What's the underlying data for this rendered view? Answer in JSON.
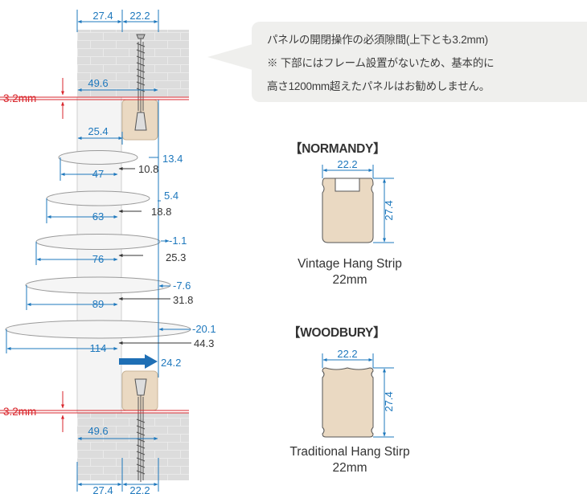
{
  "note": {
    "lines": [
      "パネルの開閉操作の必須隙間(上下とも3.2mm)",
      "※ 下部にはフレーム設置がないため、基本的に",
      "高さ1200mm超えたパネルはお勧めしません。"
    ]
  },
  "cross_section": {
    "top_dims": [
      "27.4",
      "22.2"
    ],
    "bottom_dims": [
      "27.4",
      "22.2"
    ],
    "strip_width": "49.6",
    "gap_label": "3.2mm",
    "inner_width": "25.4",
    "louvers": [
      {
        "width": "47",
        "overhang": "13.4",
        "offset": "10.8"
      },
      {
        "width": "63",
        "overhang": "5.4",
        "offset": "18.8"
      },
      {
        "width": "76",
        "overhang": "-1.1",
        "offset": "25.3"
      },
      {
        "width": "89",
        "overhang": "-7.6",
        "offset": "31.8"
      },
      {
        "width": "114",
        "overhang": "-20.1",
        "offset": "44.3"
      }
    ],
    "arrow_value": "24.2",
    "colors": {
      "dimension": "#1e78bd",
      "gap": "#d9262c",
      "arrow": "#1e6fb5",
      "frame": "#dcdcdc",
      "wood": "#ead9c2"
    }
  },
  "normandy": {
    "title": "【NORMANDY】",
    "width": "22.2",
    "height": "27.4",
    "caption1": "Vintage Hang Strip",
    "caption2": "22mm"
  },
  "woodbury": {
    "title": "【WOODBURY】",
    "width": "22.2",
    "height": "27.4",
    "caption1": "Traditional Hang Stirp",
    "caption2": "22mm"
  }
}
